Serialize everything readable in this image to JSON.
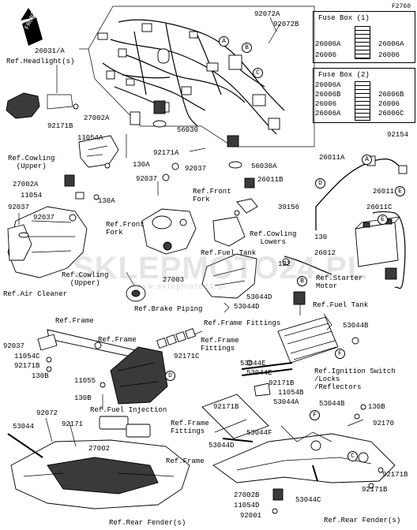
{
  "figure_code": "F2760",
  "front_label": "FRONT",
  "watermark": {
    "main": "SKLEPMOTO24.PL",
    "sub": "www.sklepmoto24.pl"
  },
  "fuse_boxes": [
    {
      "title": "Fuse Box (1)",
      "left": [
        "26006A",
        "26006"
      ],
      "right": [
        "26006A",
        "26006"
      ]
    },
    {
      "title": "Fuse Box (2)",
      "left": [
        "26006A",
        "26006B",
        "26006",
        "26006A"
      ],
      "right": [
        "26006B",
        "26006",
        "26006C"
      ]
    }
  ],
  "callouts": [
    "A",
    "B",
    "C",
    "D",
    "E",
    "F"
  ],
  "labels": {
    "p26031A": "26031/A",
    "ref_headlight": "Ref.Headlight(s)",
    "p92072A": "92072A",
    "p92072B": "92072B",
    "p92171B_1": "92171B",
    "p27002A_1": "27002A",
    "p56030": "56030",
    "p11054A_1": "11054A",
    "ref_cowling_upper_1": "Ref.Cowling\n(Upper)",
    "p92171A": "92171A",
    "p130A_1": "130A",
    "p56030A": "56030A",
    "p27002A_2": "27002A",
    "p92037_1": "92037",
    "p11054_1": "11054",
    "p130A_2": "130A",
    "p92037_2": "92037",
    "p26011B": "26011B",
    "ref_front_fork_1": "Ref.Front\nFork",
    "p92154": "92154",
    "p26011A": "26011A",
    "p26011": "26011",
    "p26011C": "26011C",
    "p92037_3": "92037",
    "p92037_4": "92037",
    "ref_front_fork_2": "Ref.Front\nFork",
    "p39156": "39156",
    "ref_cowling_lowers": "Ref.Cowling\nLowers",
    "p130": "130",
    "ref_air_cleaner": "Ref.Air Cleaner",
    "ref_cowling_upper_2": "Ref.Cowling\n(Upper)",
    "ref_fuel_tank_1": "Ref.Fuel Tank",
    "p26012": "26012",
    "p132": "132",
    "p27003": "27003",
    "ref_starter_motor": "Ref.Starter\nMotor",
    "p53044D_1": "53044D",
    "p53044D_2": "53044D",
    "ref_fuel_tank_2": "Ref.Fuel Tank",
    "ref_brake_piping": "Ref.Brake Piping",
    "ref_frame_1": "Ref.Frame",
    "ref_frame_fittings_1": "Ref.Frame Fittings",
    "p53044B_1": "53044B",
    "p92037_5": "92037",
    "p11054C": "11054C",
    "p92171B_2": "92171B",
    "p130B_1": "130B",
    "p11055": "11055",
    "p130B_2": "130B",
    "ref_frame_2": "Ref.Frame",
    "p92171C": "92171C",
    "ref_frame_fittings_2": "Ref.Frame\nFittings",
    "p53044E_1": "53044E",
    "p53044E_2": "53044E",
    "p92171B_3": "92171B",
    "p11054B": "11054B",
    "ref_ignition": "Ref.Ignition Switch\n/Locks\n/Reflectors",
    "p92171B_4": "92171B",
    "p53044A": "53044A",
    "p53044B_2": "53044B",
    "p130B_3": "130B",
    "ref_fuel_injection": "Ref.Fuel Injection",
    "ref_frame_fittings_3": "Ref.Frame\nFittings",
    "p53044F": "53044F",
    "p92170": "92170",
    "p53044D_3": "53044D",
    "p53044": "53044",
    "p92072": "92072",
    "p92171": "92171",
    "p27002": "27002",
    "ref_frame_3": "Ref.Frame",
    "p92171B_5": "92171B",
    "p27002B": "27002B",
    "p11054D": "11054D",
    "p92001": "92001",
    "p53044C": "53044C",
    "p92171B_6": "92171B",
    "ref_rear_fender_1": "Ref.Rear Fender(s)",
    "ref_rear_fender_2": "Ref.Rear Fender(s)"
  }
}
